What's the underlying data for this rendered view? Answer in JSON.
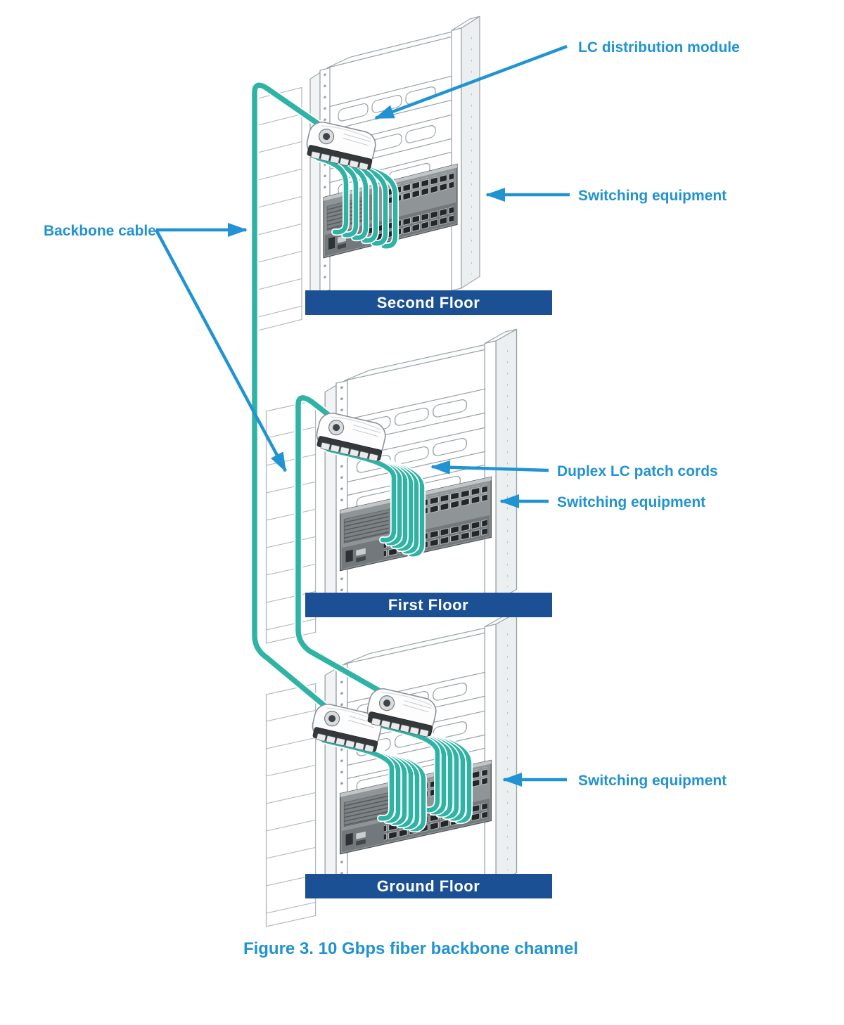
{
  "figure_caption": "Figure 3. 10 Gbps fiber backbone channel",
  "callouts": {
    "lc_distribution_module": "LC distribution module",
    "switching_equipment_second": "Switching equipment",
    "backbone_cable": "Backbone cable",
    "duplex_lc_patch_cords": "Duplex LC patch cords",
    "switching_equipment_first": "Switching equipment",
    "switching_equipment_ground": "Switching equipment"
  },
  "floor_banners": [
    {
      "label": "Second Floor"
    },
    {
      "label": "First Floor"
    },
    {
      "label": "Ground Floor"
    }
  ],
  "colors": {
    "label_blue": "#2193d2",
    "banner_blue": "#1b5094",
    "cable_teal": "#2fb3a4",
    "banner_text": "#ffffff"
  }
}
